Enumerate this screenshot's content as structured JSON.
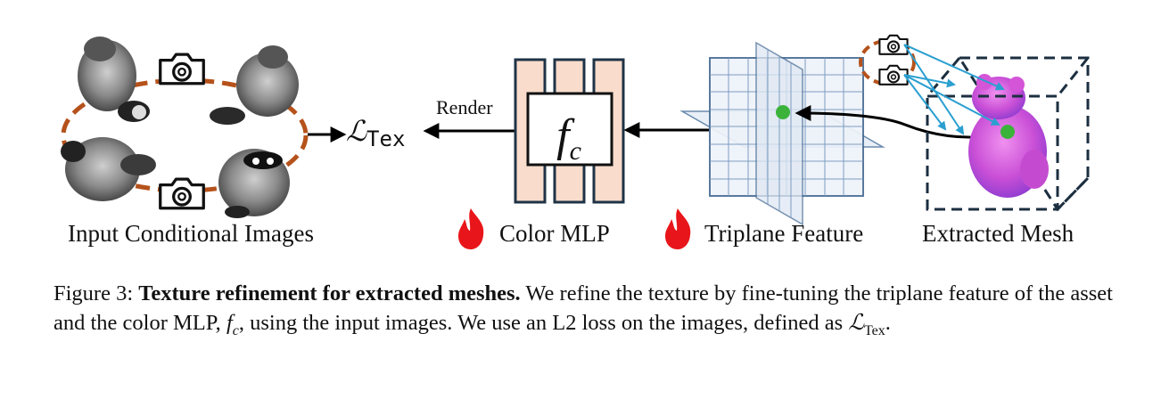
{
  "figure": {
    "panels": {
      "input_label": "Input Conditional Images",
      "mlp_label": "Color MLP",
      "triplane_label": "Triplane Feature",
      "mesh_label": "Extracted Mesh"
    },
    "render_label": "Render",
    "loss_symbol": "ℒ",
    "loss_subscript": "Tex",
    "mlp_symbol": "f",
    "mlp_subscript": "c",
    "icons": [
      "camera-icon",
      "flame-icon",
      "raccoon-plush-image",
      "mesh-render-image"
    ],
    "colors": {
      "orbit": "#b5521b",
      "mlp_fill": "#f9dccc",
      "mlp_stroke": "#1f3346",
      "grid": "#5a7fa6",
      "point": "#3bb33b",
      "rays": "#2a9fd0",
      "flame": "#e8161a",
      "mesh": "#d455d8"
    }
  },
  "caption": {
    "figure_label": "Figure 3:",
    "title": "Texture refinement for extracted meshes.",
    "text_part1": "We refine the texture by fine-tuning the triplane feature of the asset and the color MLP,",
    "fc_symbol": "f",
    "fc_subscript": "c",
    "text_part2": ", using the input images. We use an L2 loss on the images, defined as",
    "loss_symbol": "ℒ",
    "loss_subscript": "Tex",
    "text_end": "."
  }
}
